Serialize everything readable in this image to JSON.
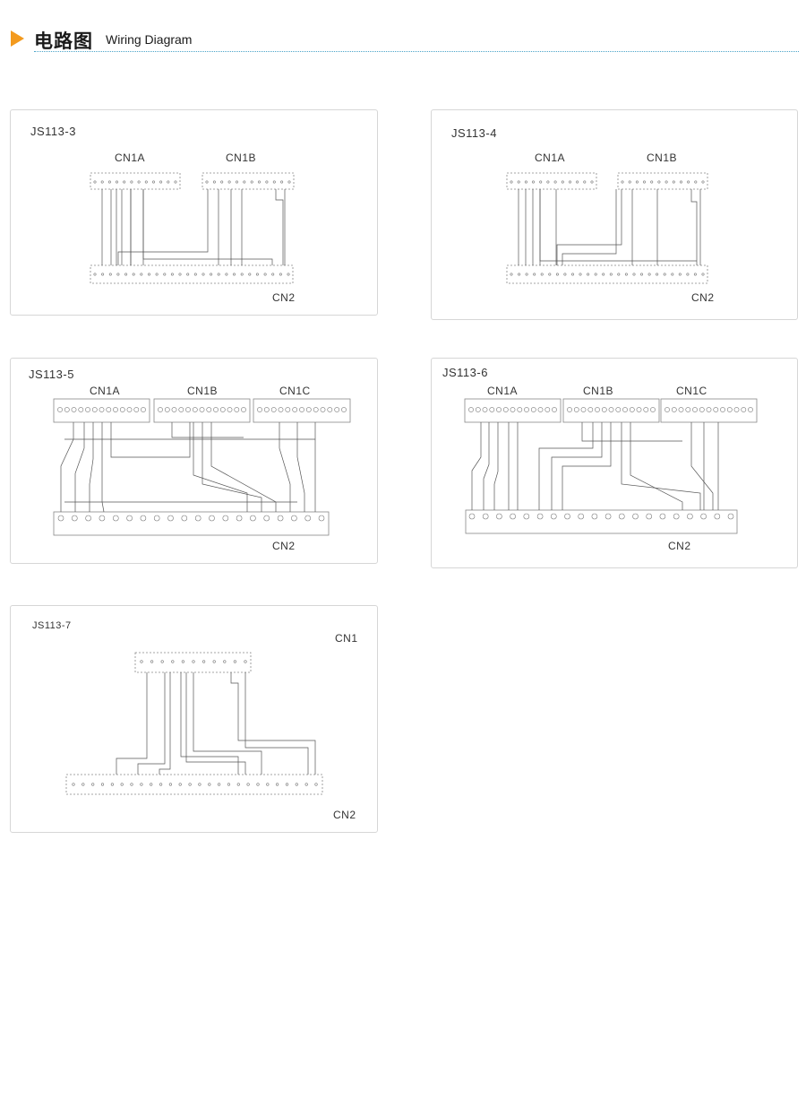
{
  "header": {
    "title_cn": "电路图",
    "title_en": "Wiring Diagram",
    "accent_color": "#f39a1e",
    "divider_color": "#4aa3c8",
    "icon": "play-arrow-icon"
  },
  "panels": [
    {
      "id": "js113-3",
      "title": "JS113-3",
      "connectors": [
        "CN1A",
        "CN1B"
      ],
      "output_connector": "CN2"
    },
    {
      "id": "js113-4",
      "title": "JS113-4",
      "connectors": [
        "CN1A",
        "CN1B"
      ],
      "output_connector": "CN2"
    },
    {
      "id": "js113-5",
      "title": "JS113-5",
      "connectors": [
        "CN1A",
        "CN1B",
        "CN1C"
      ],
      "output_connector": "CN2"
    },
    {
      "id": "js113-6",
      "title": "JS113-6",
      "connectors": [
        "CN1A",
        "CN1B",
        "CN1C"
      ],
      "output_connector": "CN2"
    },
    {
      "id": "js113-7",
      "title": "JS113-7",
      "connectors": [
        "CN1"
      ],
      "output_connector": "CN2"
    }
  ]
}
